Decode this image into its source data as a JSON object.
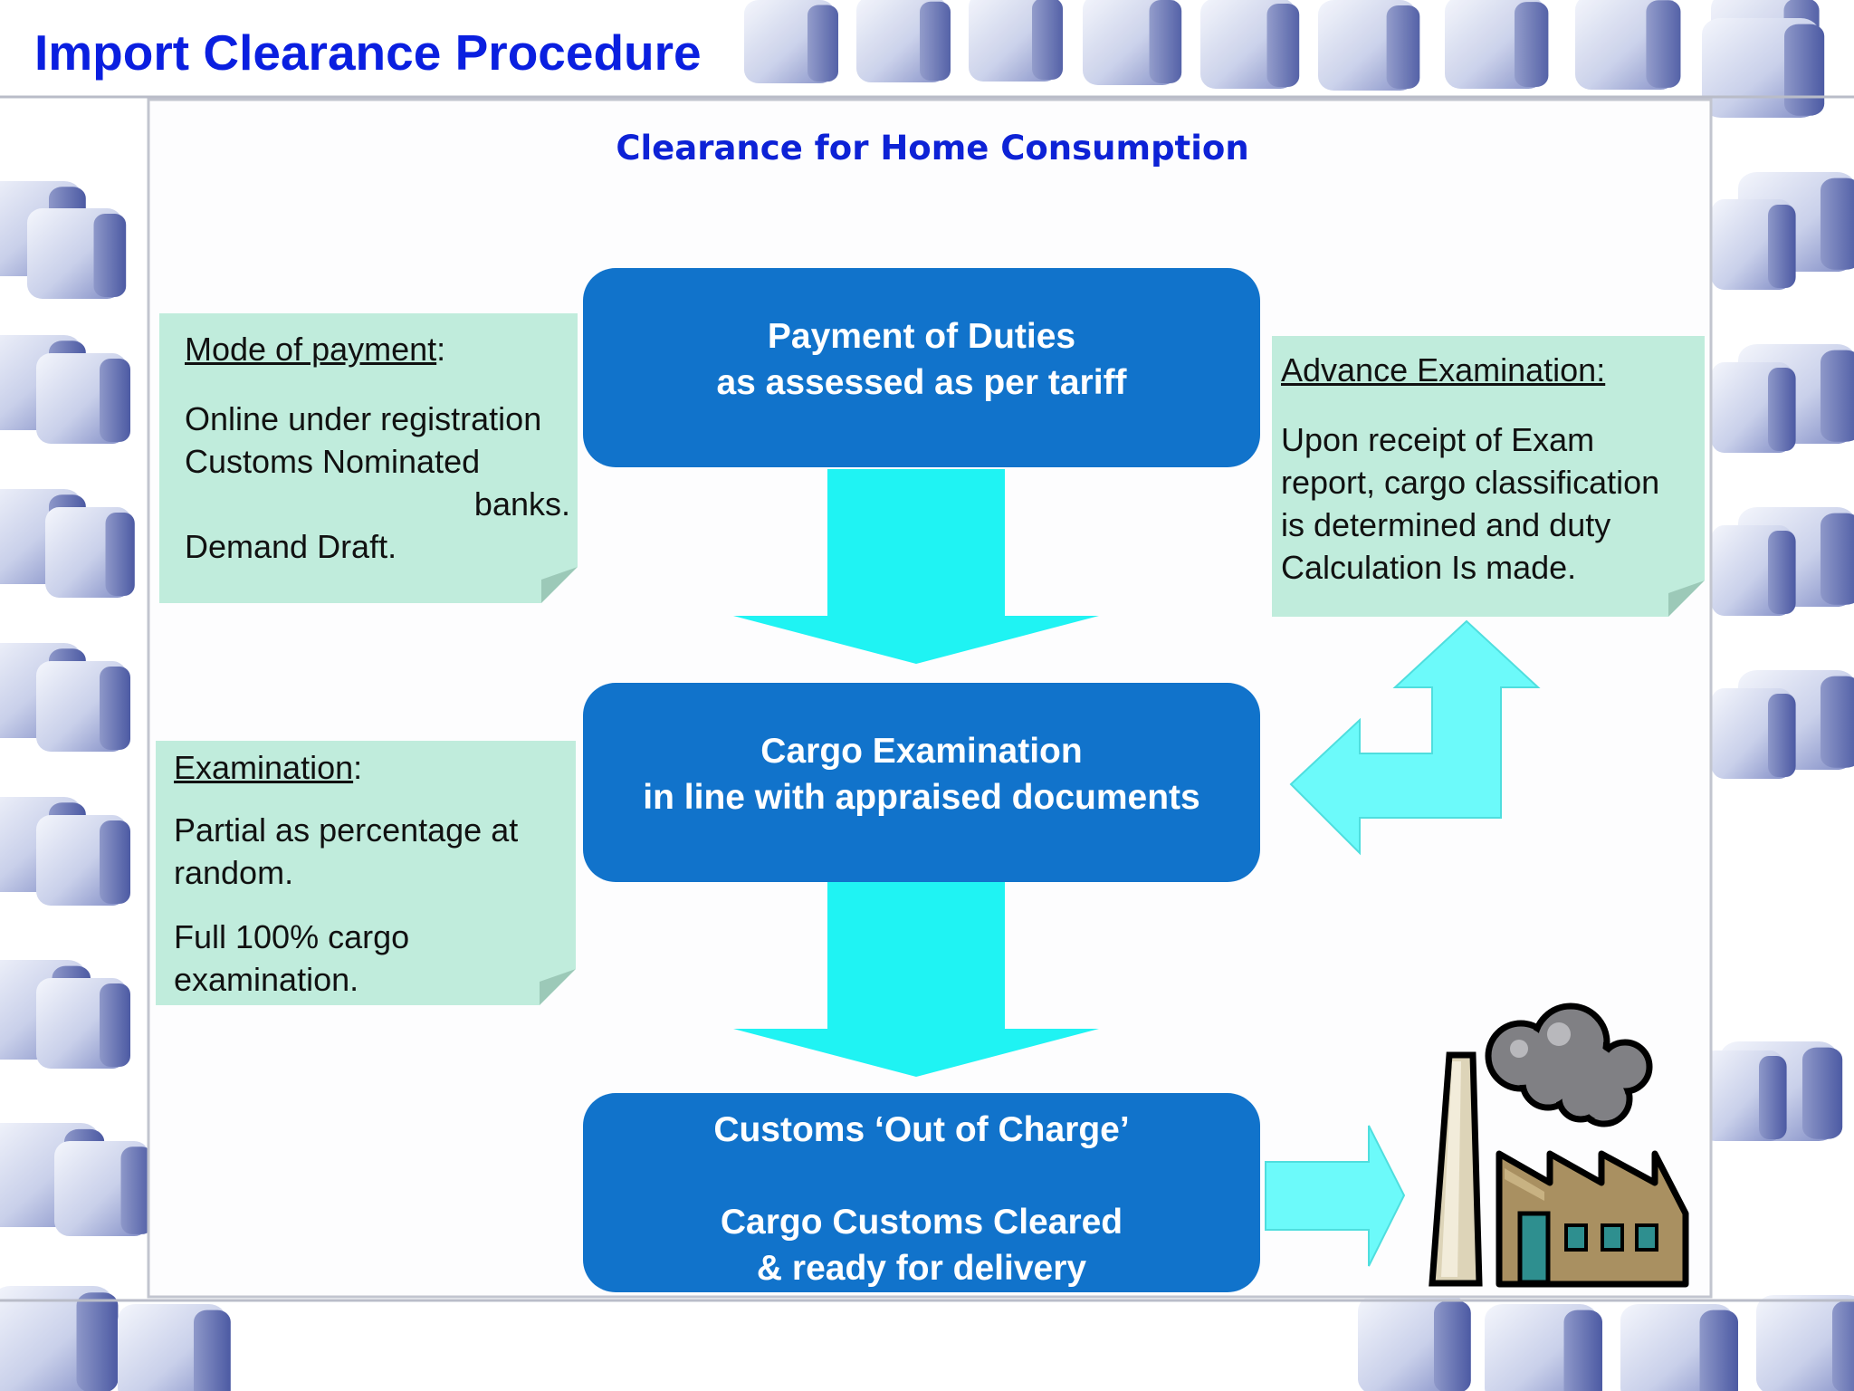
{
  "slide": {
    "title": "Import Clearance Procedure",
    "subtitle": "Clearance for Home Consumption"
  },
  "flow": [
    {
      "lines": [
        "Payment of Duties",
        "as assessed as per tariff"
      ]
    },
    {
      "lines": [
        "Cargo Examination",
        "in line with appraised documents"
      ]
    },
    {
      "lines": [
        "Customs ‘Out of Charge’",
        "",
        "Cargo Customs Cleared",
        "& ready for delivery"
      ]
    }
  ],
  "notes": {
    "payment": {
      "heading": "Mode of payment",
      "heading_suffix": ":",
      "lines": [
        "Online under registration",
        "Customs Nominated",
        "banks.",
        "Demand Draft."
      ]
    },
    "examination": {
      "heading": "Examination",
      "heading_suffix": ":",
      "para1": "Partial as percentage at random.",
      "para2": "Full 100% cargo examination."
    },
    "advance": {
      "heading": "Advance Examination:",
      "lines": [
        "Upon receipt of Exam",
        "report, cargo classification",
        "is determined and duty",
        "Calculation Is made."
      ]
    }
  },
  "colors": {
    "title": "#0a1fe0",
    "box_fill": "#1173cb",
    "arrow_fill": "#1ff3f3",
    "side_arrow_fill": "#6cfafa",
    "note_fill": "#c0ecdc"
  },
  "icons": {
    "factory": "factory-icon",
    "background": "cubes-pattern"
  }
}
